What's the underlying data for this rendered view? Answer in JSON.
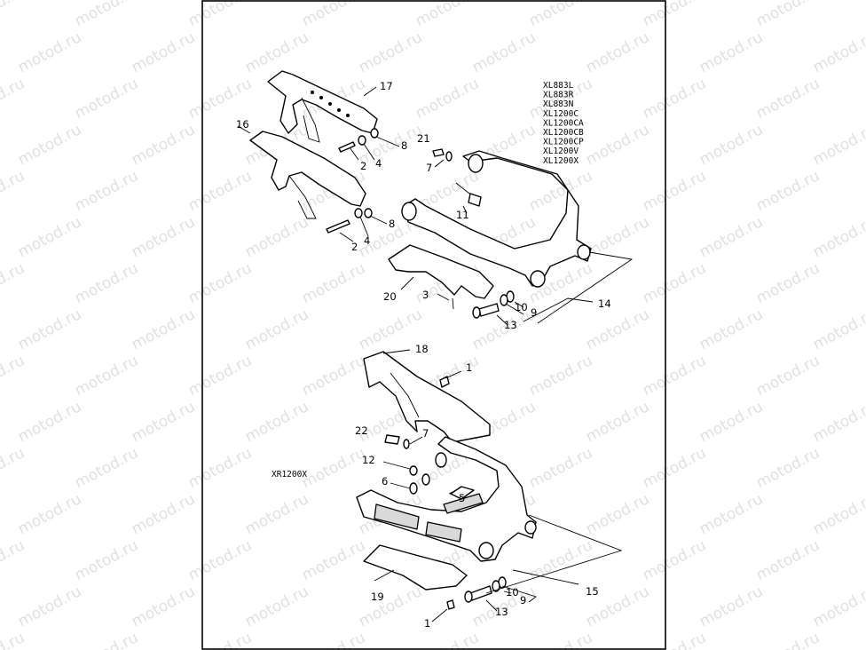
{
  "watermark": "motod.ru",
  "top_group": {
    "models": [
      "XL883L",
      "XL883R",
      "XL883N",
      "XL1200C",
      "XL1200CA",
      "XL1200CB",
      "XL1200CP",
      "XL1200V",
      "XL1200X"
    ],
    "callouts": {
      "c17": "17",
      "c16": "16",
      "c8a": "8",
      "c8b": "8",
      "c21": "21",
      "c7": "7",
      "c2a": "2",
      "c4a": "4",
      "c2b": "2",
      "c4b": "4",
      "c11": "11",
      "c20": "20",
      "c3": "3",
      "c10": "10",
      "c9": "9",
      "c13": "13",
      "c14": "14"
    }
  },
  "bottom_group": {
    "model": "XR1200X",
    "callouts": {
      "c18": "18",
      "c1a": "1",
      "c22": "22",
      "c7": "7",
      "c12": "12",
      "c6": "6",
      "c5": "5",
      "c15": "15",
      "c19": "19",
      "c10": "10",
      "c9": "9",
      "c13": "13",
      "c1b": "1"
    }
  },
  "colors": {
    "line": "#000000",
    "background": "#ffffff",
    "watermark": "#c8c8c8"
  }
}
